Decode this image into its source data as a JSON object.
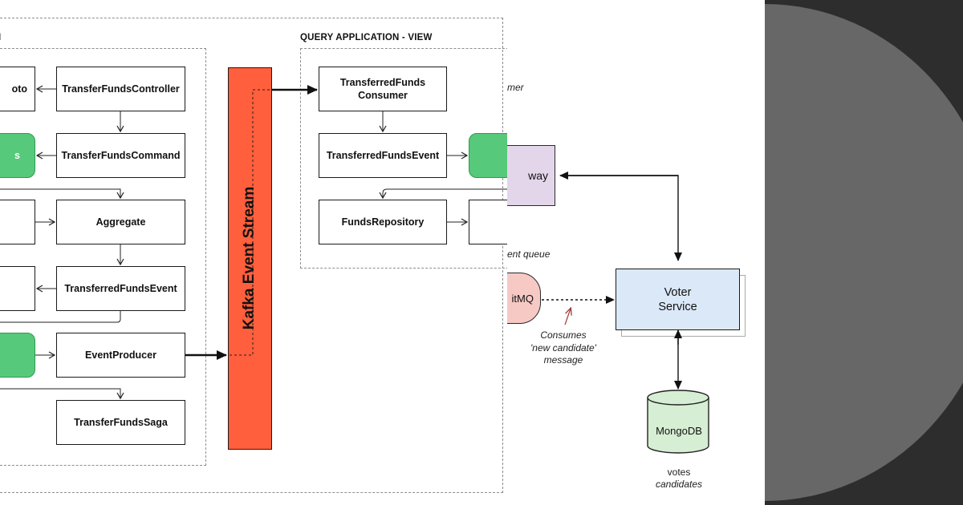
{
  "left_panel": {
    "command_label": "I",
    "query_label": "QUERY APPLICATION - VIEW",
    "kafka_label": "Kafka Event Stream",
    "command_boxes": [
      {
        "label": "TransferFundsController"
      },
      {
        "label": "TransferFundsCommand"
      },
      {
        "label": "Aggregate"
      },
      {
        "label": "TransferredFundsEvent"
      },
      {
        "label": "EventProducer"
      },
      {
        "label": "TransferFundsSaga"
      }
    ],
    "left_cut_boxes": [
      {
        "label": "oto"
      },
      {
        "label": "s"
      },
      {
        "label": ""
      },
      {
        "label": ""
      },
      {
        "label": ""
      }
    ],
    "query_boxes": [
      {
        "label": "TransferredFunds Consumer"
      },
      {
        "label": "TransferredFundsEvent"
      },
      {
        "label": "FundsRepository"
      }
    ],
    "colors": {
      "kafka": "#ff5f3c",
      "green": "#57c97b"
    }
  },
  "mid_panel": {
    "consumer_text": "mer",
    "gateway_text": "way",
    "event_queue_text": "ent queue",
    "rabbit_text": "itMQ",
    "consumes_line1": "Consumes",
    "consumes_line2": "'new candidate'",
    "consumes_line3": "message",
    "voter_line1": "Voter",
    "voter_line2": "Service",
    "mongo_label": "MongoDB",
    "votes_text": "votes",
    "candidates_text": "candidates",
    "colors": {
      "gateway": "#e3d6ea",
      "rabbit": "#f6c9c5",
      "voter": "#dbe8f8",
      "mongo": "#d6eed3"
    }
  },
  "right_panel": {
    "colors": {
      "background": "#2d2d2d",
      "circle": "#676767"
    }
  }
}
